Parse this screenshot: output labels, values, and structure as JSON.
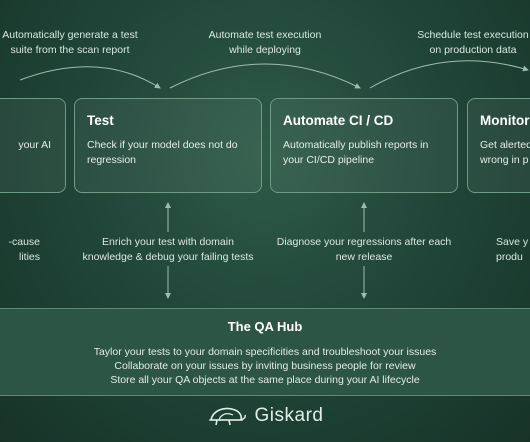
{
  "top_captions": [
    "Automatically generate a test\nsuite from the scan report",
    "Automate test execution\nwhile deploying",
    "Schedule test execution\non production data"
  ],
  "cards": [
    {
      "title": "",
      "description": "your AI"
    },
    {
      "title": "Test",
      "description": "Check if your model does not do\nregression"
    },
    {
      "title": "Automate CI / CD",
      "description": "Automatically publish reports in\nyour CI/CD pipeline"
    },
    {
      "title": "Monitor",
      "description": "Get alerted\nwrong in p"
    }
  ],
  "bottom_captions": [
    "-cause\nlities",
    "Enrich your test with domain\nknowledge & debug your failing tests",
    "Diagnose your regressions after each\nnew release",
    "Save y\nprodu"
  ],
  "hub": {
    "title": "The QA Hub",
    "lines": [
      "Taylor your tests to your domain specificities and troubleshoot your issues",
      "Collaborate on your issues by inviting business people for review",
      "Store all your QA objects at the same place during your AI lifecycle"
    ]
  },
  "brand": {
    "name": "Giskard",
    "logo": "turtle-logo-icon"
  },
  "colors": {
    "background": "#21473a",
    "hub_band": "#2d5546",
    "card_border": "#6e9a86"
  }
}
